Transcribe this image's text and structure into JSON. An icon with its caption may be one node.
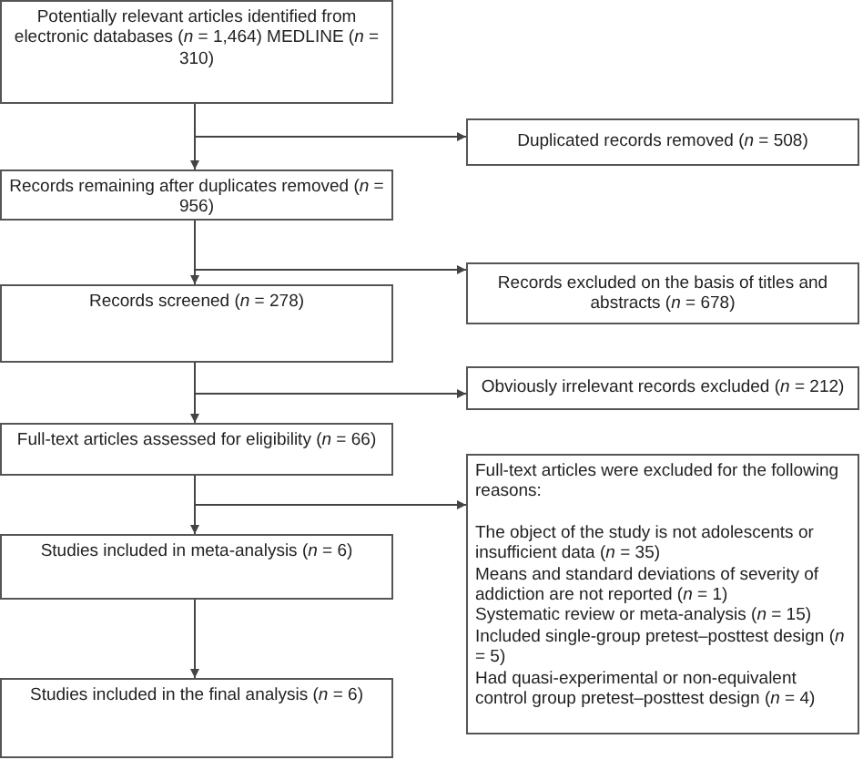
{
  "diagram": {
    "nodes": [
      {
        "text": [
          "Potentially relevant articles identified from electronic databases (*n* = 1,464) MEDLINE (*n* = 310)"
        ]
      },
      {
        "text": [
          "Duplicated records removed (*n* = 508)"
        ]
      },
      {
        "text": [
          "Records remaining after duplicates removed (*n* = 956)"
        ]
      },
      {
        "text": [
          "Records excluded on the basis of titles and abstracts (*n* = 678)"
        ]
      },
      {
        "text": [
          "Records screened (*n* = 278)"
        ]
      },
      {
        "text": [
          "Obviously irrelevant records excluded (*n* = 212)"
        ]
      },
      {
        "text": [
          "Full-text articles assessed for eligibility (*n* = 66)"
        ]
      },
      {
        "text": [
          "Full-text articles were excluded for the following reasons:",
          "The object of the study is not adolescents or insufficient data (*n* = 35)",
          "Means and standard deviations of severity of addiction are not reported (*n* = 1)",
          "Systematic review or meta-analysis (*n* = 15)",
          "Included single-group pretest–posttest design (*n* = 5)",
          "Had quasi-experimental or non-equivalent control group pretest–posttest design (*n* = 4)"
        ]
      },
      {
        "text": [
          "Studies included in meta-analysis (*n* = 6)"
        ]
      },
      {
        "text": [
          "Studies included in the final analysis (*n* = 6)"
        ]
      }
    ],
    "edges": [
      {
        "from": 0,
        "to": 2,
        "arrow": "to"
      },
      {
        "from": 0,
        "to": 1,
        "arrow": "to"
      },
      {
        "from": 2,
        "to": 4,
        "arrow": "to"
      },
      {
        "from": 2,
        "to": 3,
        "arrow": "to"
      },
      {
        "from": 4,
        "to": 6,
        "arrow": "to"
      },
      {
        "from": 4,
        "to": 5,
        "arrow": "to"
      },
      {
        "from": 6,
        "to": 8,
        "arrow": "to"
      },
      {
        "from": 6,
        "to": 7,
        "arrow": "to"
      },
      {
        "from": 8,
        "to": 9,
        "arrow": "to"
      }
    ]
  }
}
